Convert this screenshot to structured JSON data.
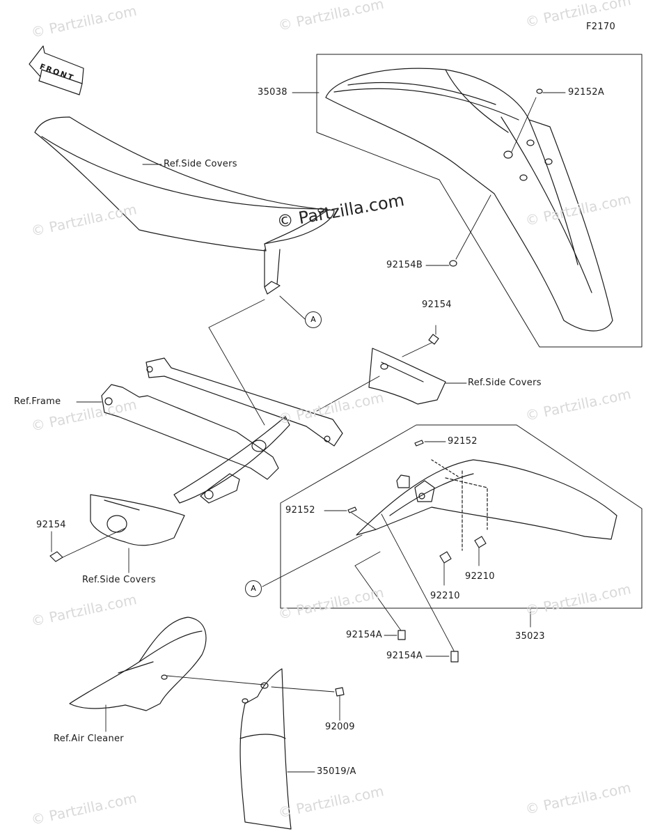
{
  "figure_id": "F2170",
  "front_label": "FRONT",
  "copyright_center": "© Partzilla.com",
  "watermark": "© Partzilla.com",
  "callouts": {
    "front_fender": "35038",
    "front_fender_bolt_a": "92152A",
    "front_fender_bolt_b": "92154B",
    "seat_ref": "Ref.Side Covers",
    "ref_marker_a": "A",
    "bolt_92154_top": "92154",
    "side_covers_right": "Ref.Side Covers",
    "frame_ref": "Ref.Frame",
    "bolt_92152_right": "92152",
    "bolt_92152_left": "92152",
    "bolt_92154_left": "92154",
    "side_covers_left": "Ref.Side Covers",
    "ref_marker_a2": "A",
    "nut_92210_right": "92210",
    "nut_92210_left": "92210",
    "bolt_92154a_left": "92154A",
    "bolt_92154a_right": "92154A",
    "rear_fender": "35023",
    "bolt_92009": "92009",
    "air_cleaner_ref": "Ref.Air Cleaner",
    "mud_flap": "35019/A"
  }
}
